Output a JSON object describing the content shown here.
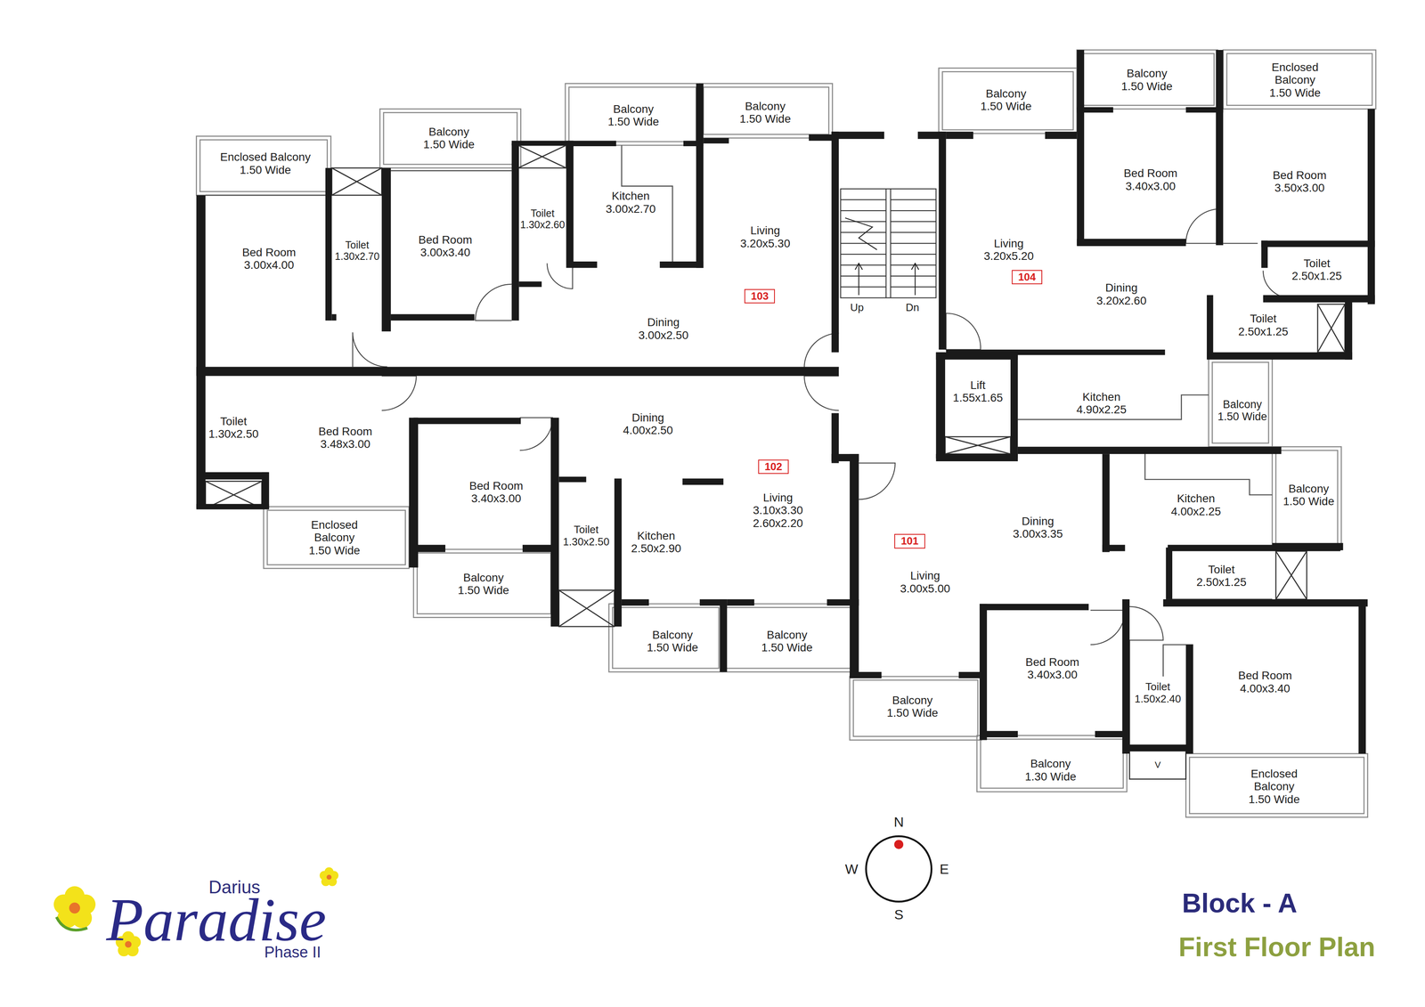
{
  "diagram": {
    "title": "Block - A",
    "caption": "First Floor Plan",
    "nodes": [
      {
        "text": [
          "Enclosed Balcony",
          "1.50 Wide"
        ]
      },
      {
        "text": [
          "Bed Room",
          "3.00x4.00"
        ]
      },
      {
        "text": [
          "Toilet",
          "1.30x2.70"
        ]
      },
      {
        "text": [
          "Balcony",
          "1.50 Wide"
        ]
      },
      {
        "text": [
          "Bed Room",
          "3.00x3.40"
        ]
      },
      {
        "text": [
          "Toilet",
          "1.30x2.60"
        ]
      },
      {
        "text": [
          "Balcony",
          "1.50 Wide"
        ]
      },
      {
        "text": [
          "Kitchen",
          "3.00x2.70"
        ]
      },
      {
        "text": [
          "Balcony",
          "1.50 Wide"
        ]
      },
      {
        "text": [
          "Living",
          "3.20x5.30"
        ]
      },
      {
        "text": [
          "103"
        ]
      },
      {
        "text": [
          "Dining",
          "3.00x2.50"
        ]
      },
      {
        "text": [
          "Balcony",
          "1.50 Wide"
        ]
      },
      {
        "text": [
          "Balcony",
          "1.50 Wide"
        ]
      },
      {
        "text": [
          "Enclosed Balcony",
          "1.50 Wide"
        ]
      },
      {
        "text": [
          "Bed Room",
          "3.40x3.00"
        ]
      },
      {
        "text": [
          "Bed Room",
          "3.50x3.00"
        ]
      },
      {
        "text": [
          "Living",
          "3.20x5.20"
        ]
      },
      {
        "text": [
          "104"
        ]
      },
      {
        "text": [
          "Dining",
          "3.20x2.60"
        ]
      },
      {
        "text": [
          "Toilet",
          "2.50x1.25"
        ]
      },
      {
        "text": [
          "Toilet",
          "2.50x1.25"
        ]
      },
      {
        "text": [
          "Lift",
          "1.55x1.65"
        ]
      },
      {
        "text": [
          "Kitchen",
          "4.90x2.25"
        ]
      },
      {
        "text": [
          "Balcony",
          "1.50 Wide"
        ]
      },
      {
        "text": [
          "Toilet",
          "1.30x2.50"
        ]
      },
      {
        "text": [
          "Bed Room",
          "3.48x3.00"
        ]
      },
      {
        "text": [
          "Dining",
          "4.00x2.50"
        ]
      },
      {
        "text": [
          "Bed Room",
          "3.40x3.00"
        ]
      },
      {
        "text": [
          "Enclosed Balcony",
          "1.50 Wide"
        ]
      },
      {
        "text": [
          "Toilet",
          "1.30x2.50"
        ]
      },
      {
        "text": [
          "Kitchen",
          "2.50x2.90"
        ]
      },
      {
        "text": [
          "102"
        ]
      },
      {
        "text": [
          "Living",
          "3.10x3.30",
          "2.60x2.20"
        ]
      },
      {
        "text": [
          "Balcony",
          "1.50 Wide"
        ]
      },
      {
        "text": [
          "Balcony",
          "1.50 Wide"
        ]
      },
      {
        "text": [
          "Balcony",
          "1.50 Wide"
        ]
      },
      {
        "text": [
          "Kitchen",
          "4.00x2.25"
        ]
      },
      {
        "text": [
          "Balcony",
          "1.50 Wide"
        ]
      },
      {
        "text": [
          "Dining",
          "3.00x3.35"
        ]
      },
      {
        "text": [
          "101"
        ]
      },
      {
        "text": [
          "Living",
          "3.00x5.00"
        ]
      },
      {
        "text": [
          "Toilet",
          "2.50x1.25"
        ]
      },
      {
        "text": [
          "Bed Room",
          "3.40x3.00"
        ]
      },
      {
        "text": [
          "Balcony",
          "1.50 Wide"
        ]
      },
      {
        "text": [
          "Toilet",
          "1.50x2.40"
        ]
      },
      {
        "text": [
          "Bed Room",
          "4.00x3.40"
        ]
      },
      {
        "text": [
          "Balcony",
          "1.30 Wide"
        ]
      },
      {
        "text": [
          "Enclosed Balcony",
          "1.50 Wide"
        ]
      }
    ],
    "labels": [
      "Up",
      "Dn",
      "V",
      "W",
      "N",
      "E",
      "S",
      "Darius",
      "Paradise",
      "Phase II"
    ]
  }
}
